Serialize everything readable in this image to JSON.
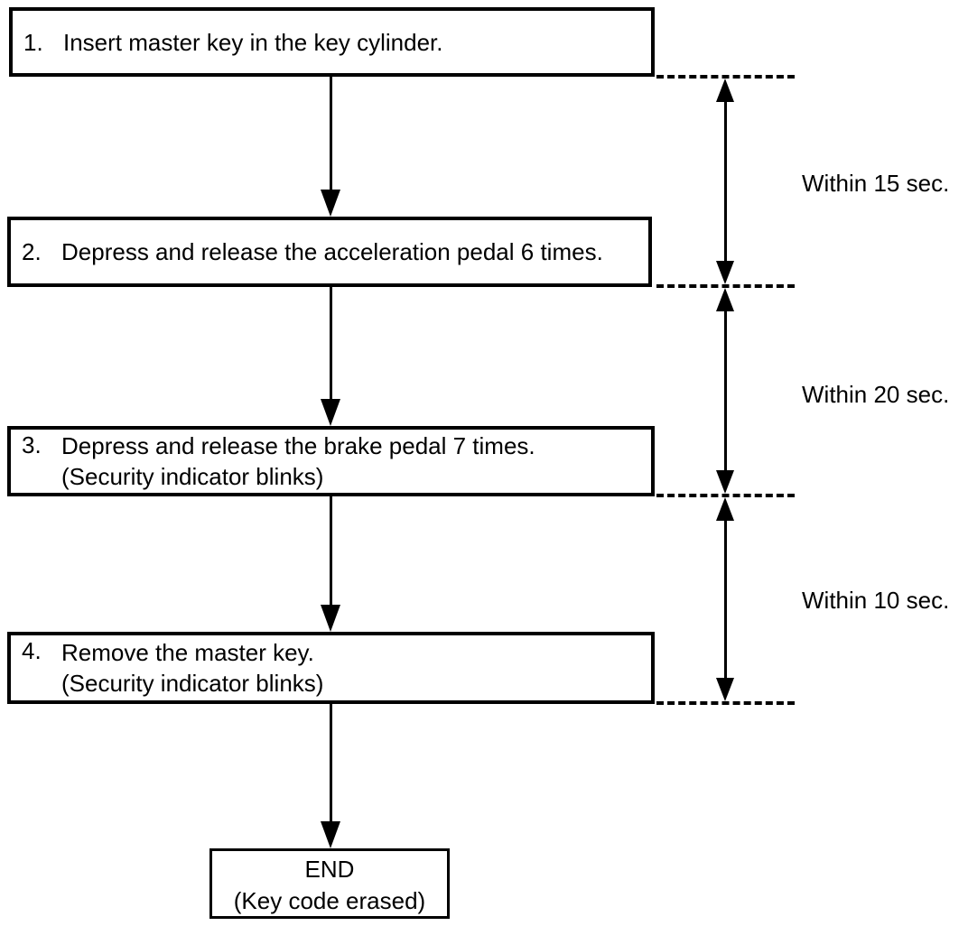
{
  "steps": [
    {
      "number": "1.",
      "text": "Insert master key in the key cylinder.",
      "note": ""
    },
    {
      "number": "2.",
      "text": "Depress and release the acceleration pedal 6 times.",
      "note": ""
    },
    {
      "number": "3.",
      "text": "Depress and release the brake pedal 7 times.",
      "note": "(Security indicator blinks)"
    },
    {
      "number": "4.",
      "text": "Remove the master key.",
      "note": "(Security indicator blinks)"
    }
  ],
  "end_box": {
    "title": "END",
    "subtitle": "(Key code erased)"
  },
  "timings": [
    {
      "label": "Within 15 sec."
    },
    {
      "label": "Within 20 sec."
    },
    {
      "label": "Within 10 sec."
    }
  ],
  "colors": {
    "line": "#000000",
    "background": "#ffffff"
  }
}
